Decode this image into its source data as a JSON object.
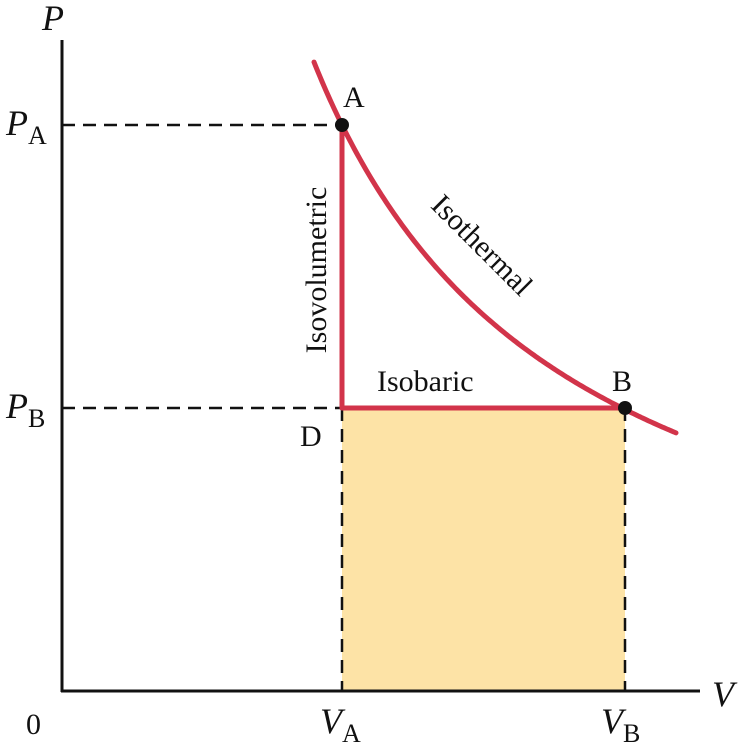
{
  "axes": {
    "y_label": "P",
    "x_label": "V",
    "origin_label": "0"
  },
  "ticks": {
    "pa": {
      "symbol": "P",
      "sub": "A"
    },
    "pb": {
      "symbol": "P",
      "sub": "B"
    },
    "va": {
      "symbol": "V",
      "sub": "A"
    },
    "vb": {
      "symbol": "V",
      "sub": "B"
    }
  },
  "points": {
    "a": "A",
    "b": "B",
    "d": "D"
  },
  "processes": {
    "isovolumetric": "Isovolumetric",
    "isothermal": "Isothermal",
    "isobaric": "Isobaric"
  },
  "colors": {
    "process_curve": "#d2344a",
    "work_area": "#fde3a6",
    "axis": "#111111",
    "point": "#111111"
  }
}
